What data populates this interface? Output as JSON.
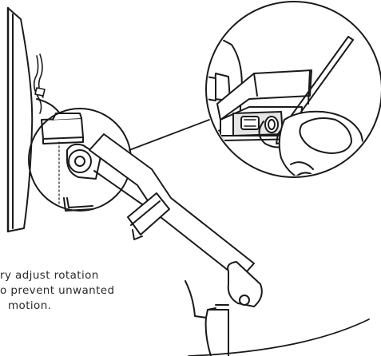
{
  "instruction": {
    "line1": "ry adjust rotation",
    "line2": "o prevent unwanted",
    "line3": "motion."
  },
  "colors": {
    "line": "#1a1a1a",
    "fill_light": "#ffffff",
    "fill_gray": "#e6e6e6",
    "text": "#2a2a2a"
  },
  "icons": {
    "hex_key": "allen-key-icon",
    "rotate_arrow": "rotation-arrow-icon"
  }
}
